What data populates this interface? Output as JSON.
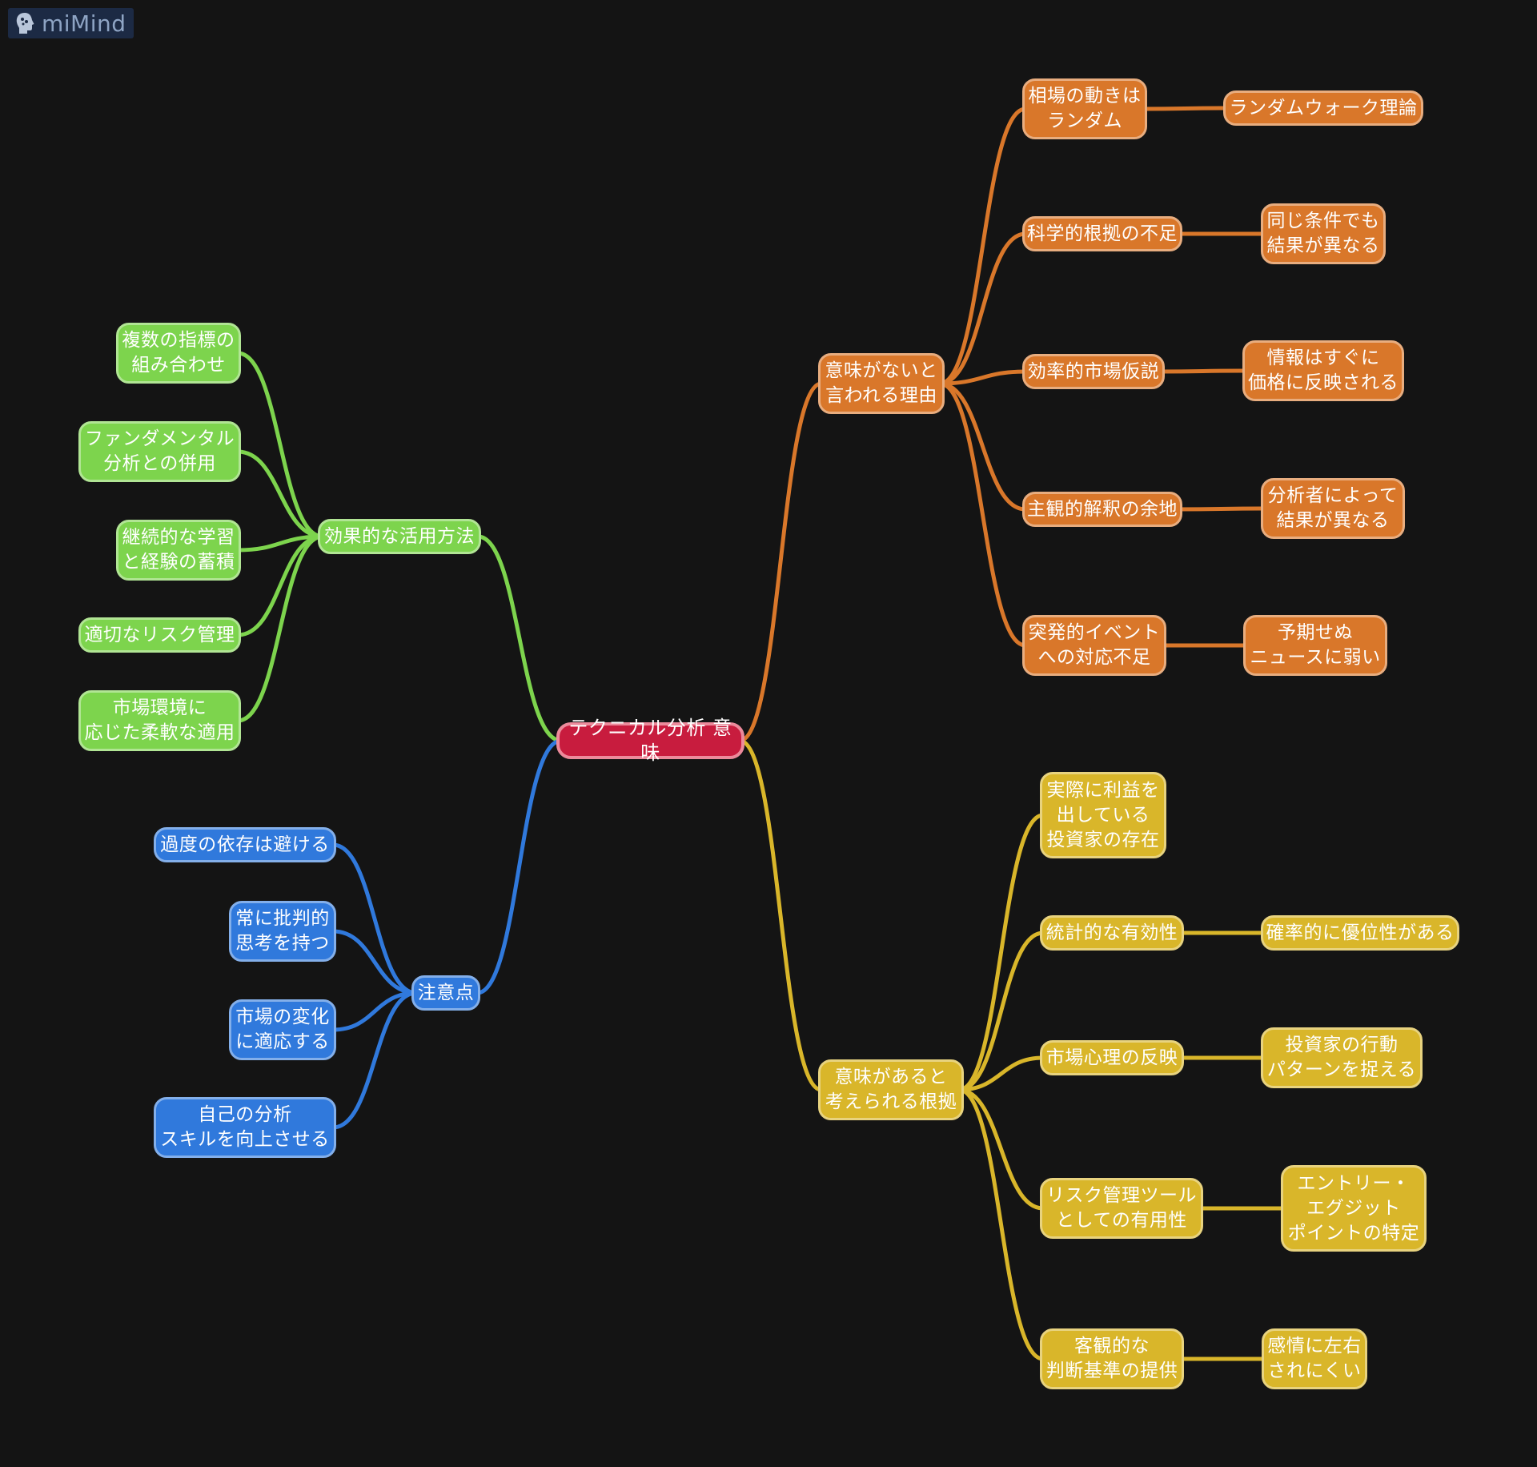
{
  "app": {
    "name": "miMind",
    "logo_icon": "brain-head-icon"
  },
  "colors": {
    "background": "#141414",
    "root": "#dc2a4a",
    "orange": "#d9772a",
    "green": "#7dd44d",
    "blue": "#3079dc",
    "yellow": "#d9b62a"
  },
  "mindmap": {
    "root": "テクニカル分析 意味",
    "branches": [
      {
        "label": "意味がないと\n言われる理由",
        "color": "orange",
        "children": [
          {
            "label": "相場の動きは\nランダム",
            "detail": "ランダムウォーク理論"
          },
          {
            "label": "科学的根拠の不足",
            "detail": "同じ条件でも\n結果が異なる"
          },
          {
            "label": "効率的市場仮説",
            "detail": "情報はすぐに\n価格に反映される"
          },
          {
            "label": "主観的解釈の余地",
            "detail": "分析者によって\n結果が異なる"
          },
          {
            "label": "突発的イベント\nへの対応不足",
            "detail": "予期せぬ\nニュースに弱い"
          }
        ]
      },
      {
        "label": "意味があると\n考えられる根拠",
        "color": "yellow",
        "children": [
          {
            "label": "実際に利益を\n出している\n投資家の存在"
          },
          {
            "label": "統計的な有効性",
            "detail": "確率的に優位性がある"
          },
          {
            "label": "市場心理の反映",
            "detail": "投資家の行動\nパターンを捉える"
          },
          {
            "label": "リスク管理ツール\nとしての有用性",
            "detail": "エントリー・\nエグジット\nポイントの特定"
          },
          {
            "label": "客観的な\n判断基準の提供",
            "detail": "感情に左右\nされにくい"
          }
        ]
      },
      {
        "label": "効果的な活用方法",
        "color": "green",
        "children": [
          {
            "label": "複数の指標の\n組み合わせ"
          },
          {
            "label": "ファンダメンタル\n分析との併用"
          },
          {
            "label": "継続的な学習\nと経験の蓄積"
          },
          {
            "label": "適切なリスク管理"
          },
          {
            "label": "市場環境に\n応じた柔軟な適用"
          }
        ]
      },
      {
        "label": "注意点",
        "color": "blue",
        "children": [
          {
            "label": "過度の依存は避ける"
          },
          {
            "label": "常に批判的\n思考を持つ"
          },
          {
            "label": "市場の変化\nに適応する"
          },
          {
            "label": "自己の分析\nスキルを向上させる"
          }
        ]
      }
    ]
  }
}
